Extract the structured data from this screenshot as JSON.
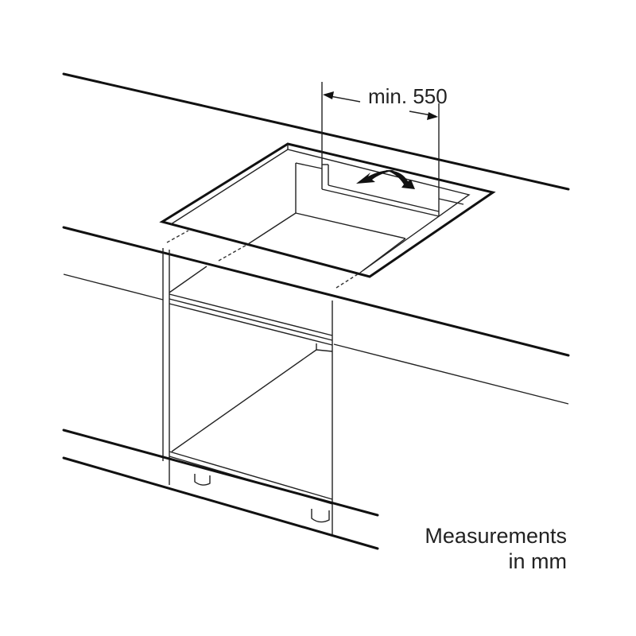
{
  "diagram": {
    "dimension_label": "min. 550",
    "note_line1": "Measurements",
    "note_line2": "in mm"
  }
}
